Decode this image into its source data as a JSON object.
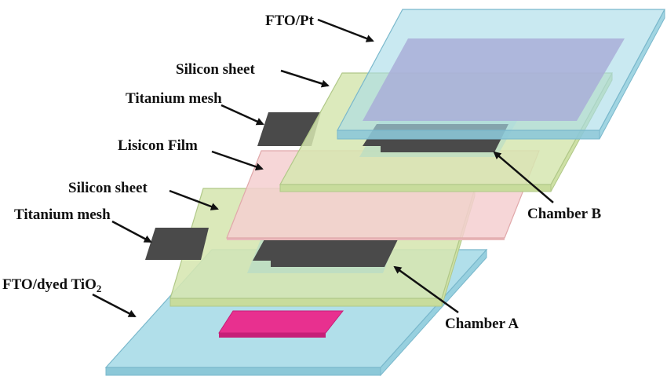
{
  "labels": {
    "fto_pt": "FTO/Pt",
    "silicon_sheet_top": "Silicon sheet",
    "titanium_mesh_top": "Titanium mesh",
    "lisicon_film": "Lisicon Film",
    "silicon_sheet_bottom": "Silicon sheet",
    "titanium_mesh_bottom": "Titanium mesh",
    "fto_dyed_prefix": "FTO/dyed TiO",
    "fto_dyed_subscript": "2",
    "chamber_b": "Chamber B",
    "chamber_a": "Chamber A"
  },
  "colors": {
    "fto_glass": "#a8dbe8",
    "silicon_sheet": "#d6e6b0",
    "lisicon_film": "#f5cfd0",
    "titanium_mesh": "#4a4a4a",
    "dyed_tio2": "#e8308f",
    "platinum_film": "#a9aed8",
    "arrow": "#111111"
  }
}
